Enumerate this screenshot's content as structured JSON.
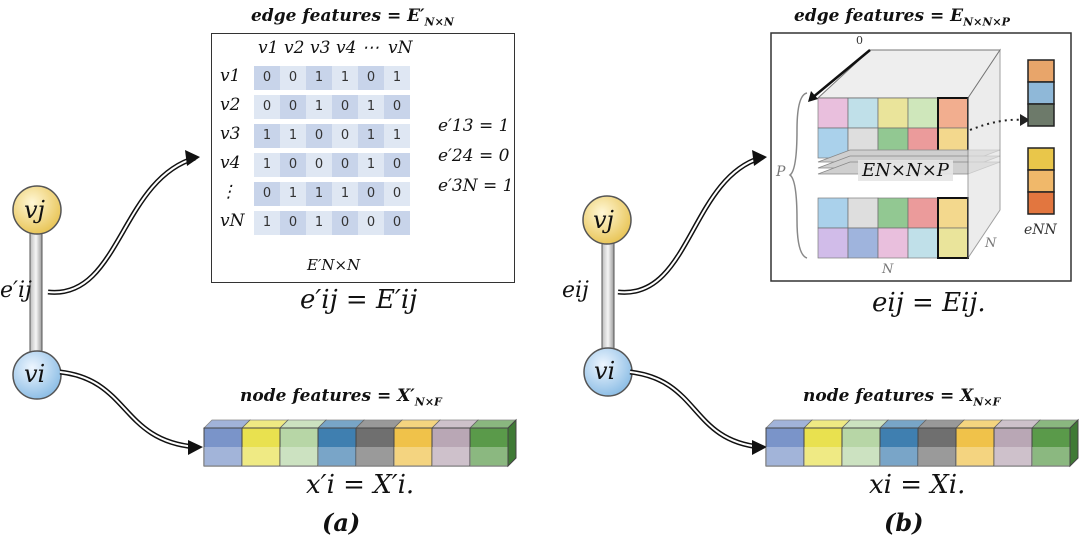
{
  "panel_a": {
    "edge_header": "edge features = E′N×N",
    "edge_header_main": "edge features = E′",
    "edge_header_sub": "N×N",
    "col_headers": [
      "v1",
      "v2",
      "v3",
      "v4",
      "⋯",
      "vN"
    ],
    "row_headers": [
      "v1",
      "v2",
      "v3",
      "v4",
      "⋮",
      "vN"
    ],
    "matrix": [
      [
        0,
        0,
        1,
        1,
        0,
        1
      ],
      [
        0,
        0,
        1,
        0,
        1,
        0
      ],
      [
        1,
        1,
        0,
        0,
        1,
        1
      ],
      [
        1,
        0,
        0,
        0,
        1,
        0
      ],
      [
        0,
        1,
        1,
        1,
        0,
        0
      ],
      [
        1,
        0,
        1,
        0,
        0,
        0
      ]
    ],
    "matrix_label": "E′N×N",
    "side_equations": [
      "e′13 = 1",
      "e′24 = 0",
      "e′3N = 1"
    ],
    "edge_eq": "e′ij = E′ij",
    "node_j": "vj",
    "node_i": "vi",
    "edge_label": "e′ij",
    "node_header_main": "node features = X′",
    "node_header_sub": "N×F",
    "node_eq": "x′i = X′i.",
    "caption": "(a)"
  },
  "panel_b": {
    "edge_header_main": "edge features = E",
    "edge_header_sub": "N×N×P",
    "cube_label": "EN×N×P",
    "axis_p": "P",
    "axis_n1": "N",
    "axis_n2": "N",
    "axis_zero": "0",
    "enn_label": "eNN",
    "edge_eq": "eij = Eij.",
    "node_j": "vj",
    "node_i": "vi",
    "edge_label": "eij",
    "node_header_main": "node features = X",
    "node_header_sub": "N×F",
    "node_eq": "xi = Xi.",
    "caption": "(b)"
  },
  "colors": {
    "node_j": "#f3d77a",
    "node_i": "#a9cdeb",
    "cells_light": "#dfe7f3",
    "cells_dark": "#c8d4ea",
    "feature_colors": [
      "#7a94c9",
      "#e9e14f",
      "#b7d6a6",
      "#3f7fb0",
      "#6f6f6f",
      "#f0c24a",
      "#b9a7b5",
      "#5a9a4a"
    ]
  }
}
